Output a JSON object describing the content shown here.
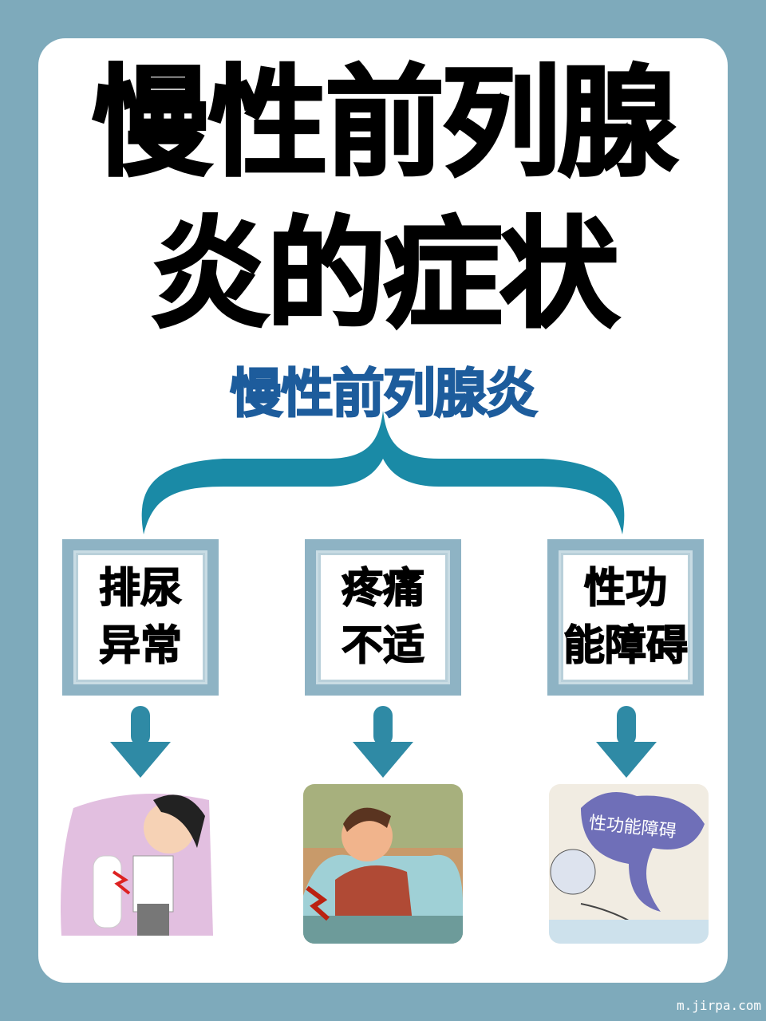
{
  "title": {
    "line1": "慢性前列腺",
    "line2": "炎的症状"
  },
  "subtitle": "慢性前列腺炎",
  "symptoms": [
    {
      "line1": "排尿",
      "line2": "异常"
    },
    {
      "line1": "疼痛",
      "line2": "不适"
    },
    {
      "line1": "性功",
      "line2": "能障碍"
    }
  ],
  "image3_caption": "性功能障碍",
  "watermark": "m.jirpa.com",
  "colors": {
    "background": "#7eaabb",
    "subtitle": "#1d5c9c",
    "brace": "#1a8aa6",
    "arrow": "#2f8aa5",
    "frame": "#8eb3c4"
  }
}
